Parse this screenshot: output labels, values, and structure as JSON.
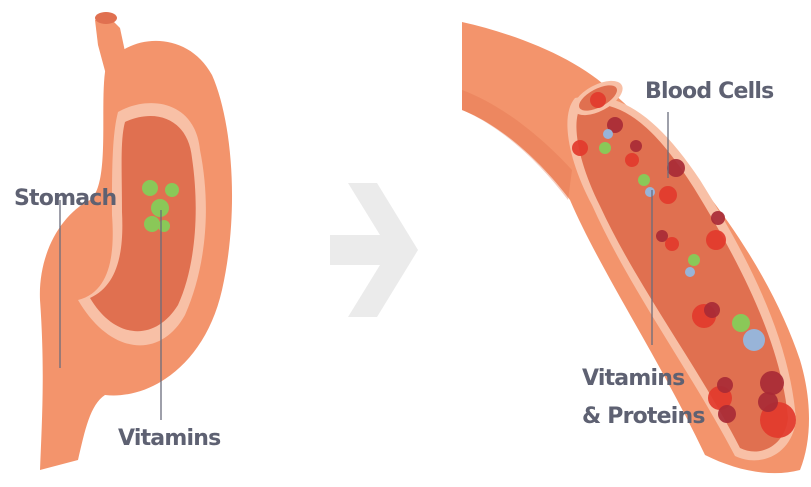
{
  "labels": {
    "stomach": "Stomach",
    "vitamins": "Vitamins",
    "blood_cells": "Blood Cells",
    "vitamins_proteins_line1": "Vitamins",
    "vitamins_proteins_line2": "& Proteins"
  },
  "colors": {
    "tissue": "#f3946c",
    "tissue_dark": "#e2704a",
    "lumen": "#e07050",
    "lining": "#f8c0a6",
    "vitamin": "#8ac858",
    "protein": "#98b4d8",
    "red_cell": "#e23a2c",
    "dark_cell": "#a82a36",
    "arrow": "#ebebeb",
    "label_text": "#5e6172",
    "leader_line": "#6a6c7c"
  },
  "icons": [
    "stomach-illustration",
    "blood-vessel-illustration",
    "right-arrow-icon"
  ]
}
